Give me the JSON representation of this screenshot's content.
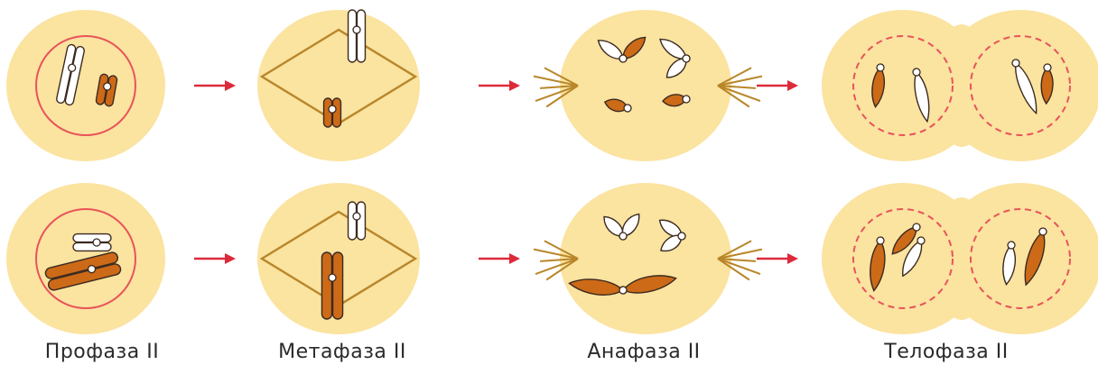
{
  "stages": [
    {
      "label": "Профаза II"
    },
    {
      "label": "Метафаза II"
    },
    {
      "label": "Анафаза II"
    },
    {
      "label": "Телофаза II"
    }
  ],
  "colors": {
    "cell_fill": "#fbe3a0",
    "nuclear_envelope": "#e8545a",
    "spindle": "#b8862a",
    "chromatid_orange": "#cc6a18",
    "chromatid_white": "#ffffff",
    "outline": "#3a2a20",
    "arrow": "#dd2a3a"
  }
}
